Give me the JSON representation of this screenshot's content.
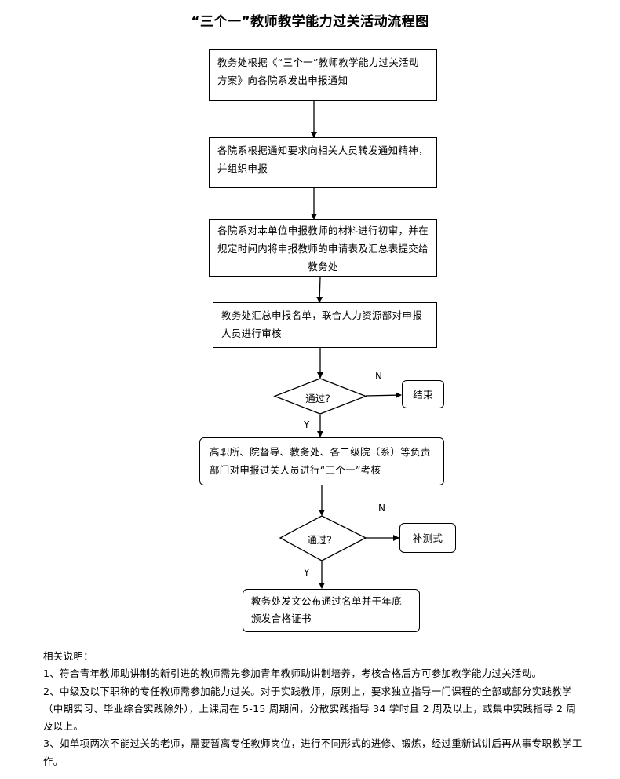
{
  "title": "“三个一”教师教学能力过关活动流程图",
  "steps": {
    "s1": "教务处根据《“三个一”教师教学能力过关活动方案》向各院系发出申报通知",
    "s2": "各院系根据通知要求向相关人员转发通知精神，并组织申报",
    "s3": "各院系对本单位申报教师的材料进行初审，并在规定时间内将申报教师的申请表及汇总表提交给教务处",
    "s4": "教务处汇总申报名单，联合人力资源部对申报人员进行审核",
    "d1": "通过？",
    "e1": "结束",
    "s5": "高职所、院督导、教务处、各二级院（系）等负责部门对申报过关人员进行“三个一”考核",
    "d2": "通过？",
    "e2": "补测式",
    "s6": "教务处发文公布通过名单并于年底颁发合格证书"
  },
  "labels": {
    "n1": "N",
    "y1": "Y",
    "n2": "N",
    "y2": "Y"
  },
  "notes": {
    "heading": "相关说明：",
    "n1": "1、符合青年教师助讲制的新引进的教师需先参加青年教师助讲制培养，考核合格后方可参加教学能力过关活动。",
    "n2": "2、中级及以下职称的专任教师需参加能力过关。对于实践教师，原则上，要求独立指导一门课程的全部或部分实践教学（中期实习、毕业综合实践除外），上课周在 5-15 周期间，分散实践指导 34 学时且 2 周及以上，或集中实践指导 2 周及以上。",
    "n3": "3、如单项两次不能过关的老师，需要暂离专任教师岗位，进行不同形式的进修、锻炼，经过重新试讲后再从事专职教学工作。"
  }
}
